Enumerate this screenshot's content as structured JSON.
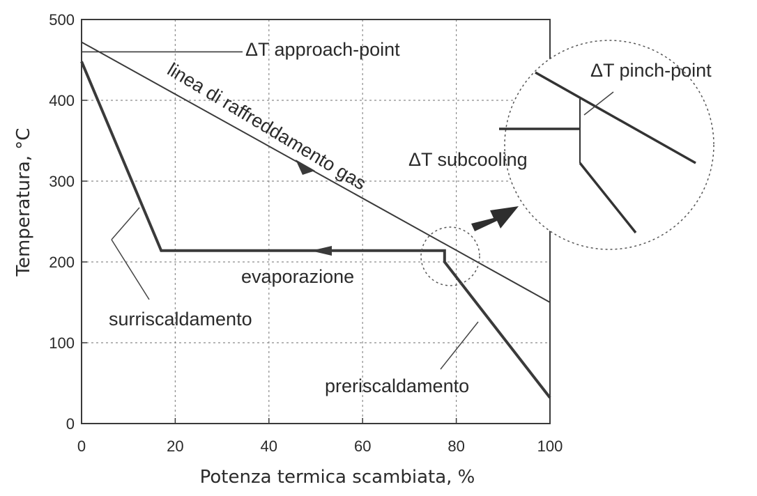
{
  "chart_data": {
    "type": "line",
    "xlabel": "Potenza termica scambiata, %",
    "ylabel": "Temperatura, °C",
    "xlim": [
      0,
      100
    ],
    "ylim": [
      0,
      500
    ],
    "x_ticks": [
      "0",
      "20",
      "40",
      "60",
      "80",
      "100"
    ],
    "y_ticks": [
      "0",
      "100",
      "200",
      "300",
      "400",
      "500"
    ],
    "x_tick_values": [
      0,
      20,
      40,
      60,
      80,
      100
    ],
    "y_tick_values": [
      0,
      100,
      200,
      300,
      400,
      500
    ],
    "grid": true,
    "series": [
      {
        "values": [
          [
            0,
            472
          ],
          [
            100,
            150
          ]
        ]
      },
      {
        "values": [
          [
            0,
            448
          ],
          [
            17,
            214
          ],
          [
            77.5,
            214
          ],
          [
            77.5,
            200
          ],
          [
            100,
            32
          ]
        ]
      }
    ],
    "reference_level": 460,
    "annotations": {
      "approach": "ΔT approach-point",
      "gas_line": "linea di raffreddamento gas",
      "evaporation": "evaporazione",
      "superheat": "surriscaldamento",
      "preheat": "preriscaldamento",
      "pinch": "ΔT pinch-point",
      "subcooling": "ΔT subcooling"
    },
    "colors": {
      "line": "#3a3a3a",
      "grid": "#8a8a8a"
    }
  }
}
